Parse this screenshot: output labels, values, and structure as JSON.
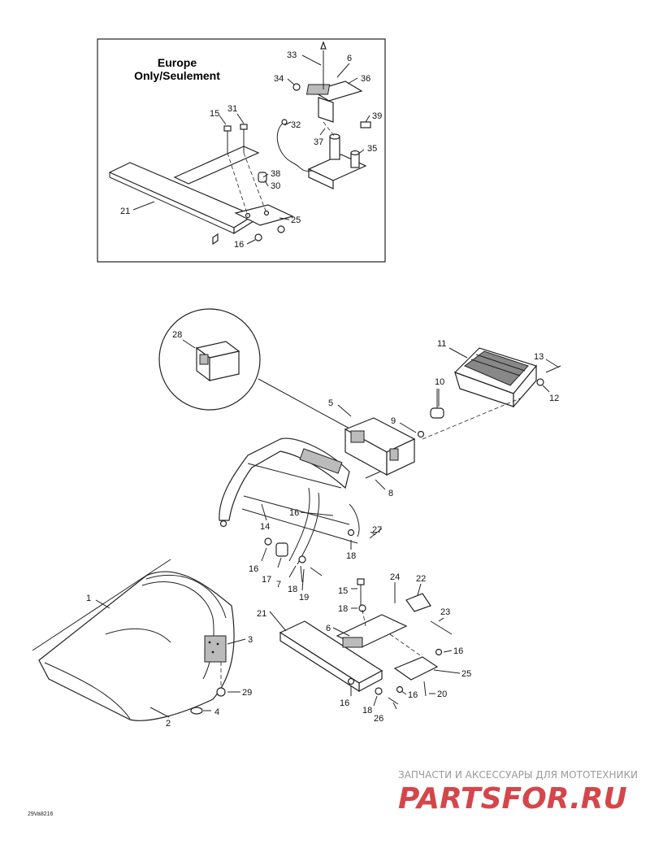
{
  "inset": {
    "title_line1": "Europe",
    "title_line2": "Only/Seulement",
    "callouts": [
      "33",
      "6",
      "34",
      "36",
      "31",
      "15",
      "32",
      "39",
      "37",
      "35",
      "38",
      "30",
      "21",
      "25",
      "16"
    ]
  },
  "main": {
    "callouts": [
      "28",
      "11",
      "13",
      "10",
      "12",
      "5",
      "9",
      "8",
      "16",
      "14",
      "27",
      "16",
      "17",
      "18",
      "7",
      "18",
      "19",
      "1",
      "24",
      "22",
      "15",
      "18",
      "23",
      "21",
      "6",
      "3",
      "16",
      "25",
      "29",
      "16",
      "18",
      "26",
      "16",
      "20",
      "2",
      "4"
    ]
  },
  "figure_code": "29Va8216",
  "watermark": {
    "line1": "ЗАПЧАСТИ И АКСЕССУАРЫ ДЛЯ МОТОТЕХНИКИ",
    "line2": "PARTSFOR.RU",
    "color": "#d5454a"
  }
}
